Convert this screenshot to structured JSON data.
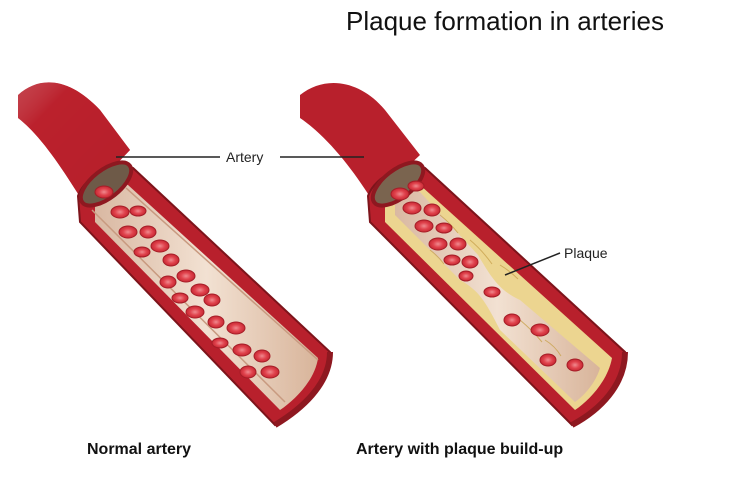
{
  "title": "Plaque formation in arteries",
  "labels": {
    "artery": "Artery",
    "plaque": "Plaque"
  },
  "captions": {
    "normal": "Normal artery",
    "plaque": "Artery with plaque build-up"
  },
  "colors": {
    "artery_wall": "#b8202c",
    "artery_dark": "#8e1820",
    "lumen": "#ead2bd",
    "blood_cell": "#d9343f",
    "plaque": "#ecd590"
  }
}
